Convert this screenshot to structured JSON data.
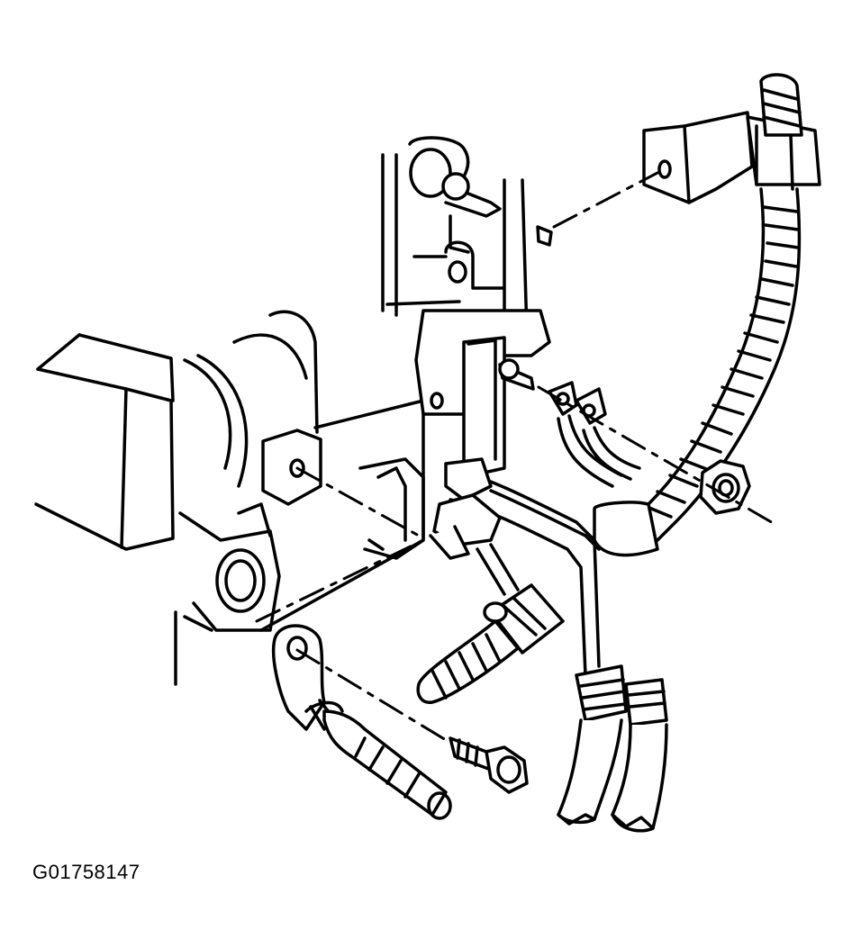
{
  "figure": {
    "id_label": "G01758147"
  },
  "parts": [
    "engine-block",
    "mounting-bracket",
    "upper-harness-clip",
    "conduit-harness",
    "twin-terminal-leads",
    "retaining-nut",
    "ground-lead-eyelet",
    "mounting-bolt",
    "rear-connectors"
  ],
  "colors": {
    "line": "#000000",
    "background": "#ffffff"
  }
}
